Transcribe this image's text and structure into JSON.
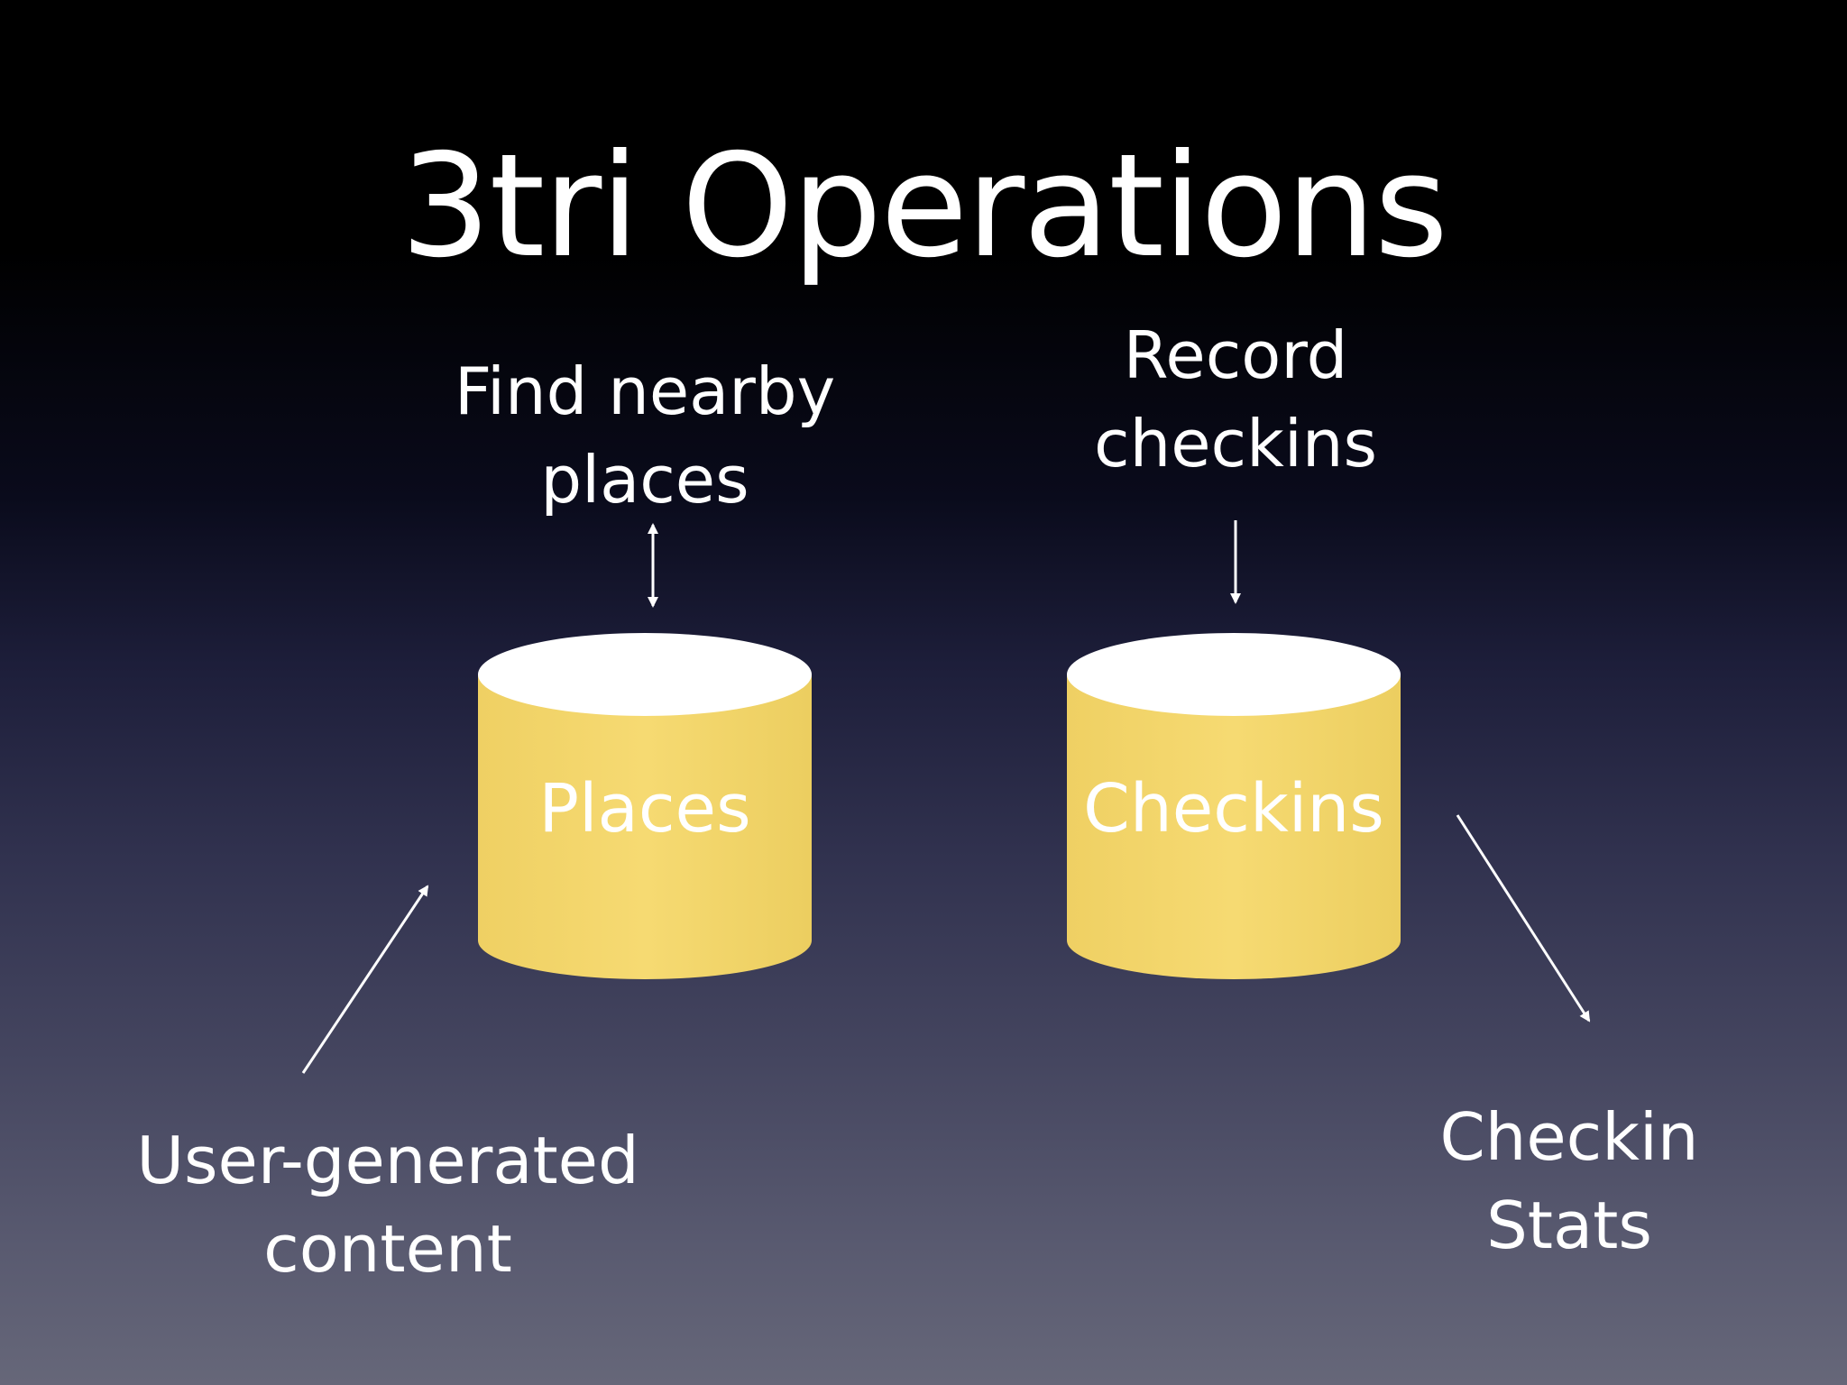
{
  "slide": {
    "title": "3tri Operations",
    "colors": {
      "cylinder_fill": "#f2d469",
      "cylinder_top": "#ffffff",
      "text": "#ffffff",
      "arrow": "#ffffff"
    }
  },
  "databases": [
    {
      "label": "Places"
    },
    {
      "label": "Checkins"
    }
  ],
  "operations": {
    "find_nearby": [
      "Find nearby",
      "places"
    ],
    "record_checkins": [
      "Record",
      "checkins"
    ],
    "user_generated": [
      "User-generated",
      "content"
    ],
    "checkin_stats": [
      "Checkin",
      "Stats"
    ]
  }
}
